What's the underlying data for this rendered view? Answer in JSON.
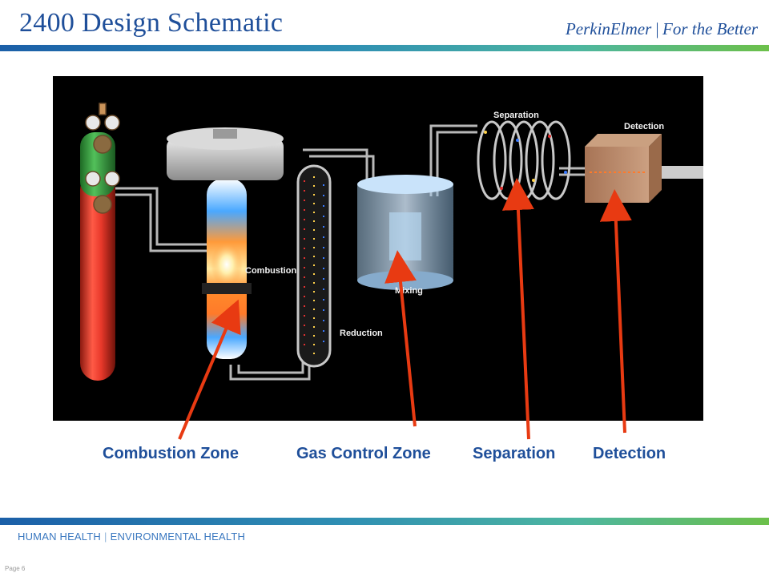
{
  "slide": {
    "title": "2400 Design Schematic",
    "brand_name": "PerkinElmer",
    "brand_separator": "|",
    "brand_tagline": "For the Better",
    "page_number": "Page 6"
  },
  "footer": {
    "left": "HUMAN HEALTH",
    "separator": "|",
    "right": "ENVIRONMENTAL HEALTH"
  },
  "diagram": {
    "labels": {
      "combustion": "Combustion",
      "reduction": "Reduction",
      "mixing": "Mixing",
      "separation": "Separation",
      "detection": "Detection"
    }
  },
  "callouts": [
    {
      "id": "combustion-zone",
      "label": "Combustion Zone"
    },
    {
      "id": "gas-control-zone",
      "label": "Gas Control Zone"
    },
    {
      "id": "separation",
      "label": "Separation"
    },
    {
      "id": "detection",
      "label": "Detection"
    }
  ],
  "colors": {
    "title": "#1f4f9a",
    "arrow": "#e83a12",
    "background_panel": "#000000",
    "bar_start": "#1b5fa8",
    "bar_end": "#6cc04a"
  }
}
